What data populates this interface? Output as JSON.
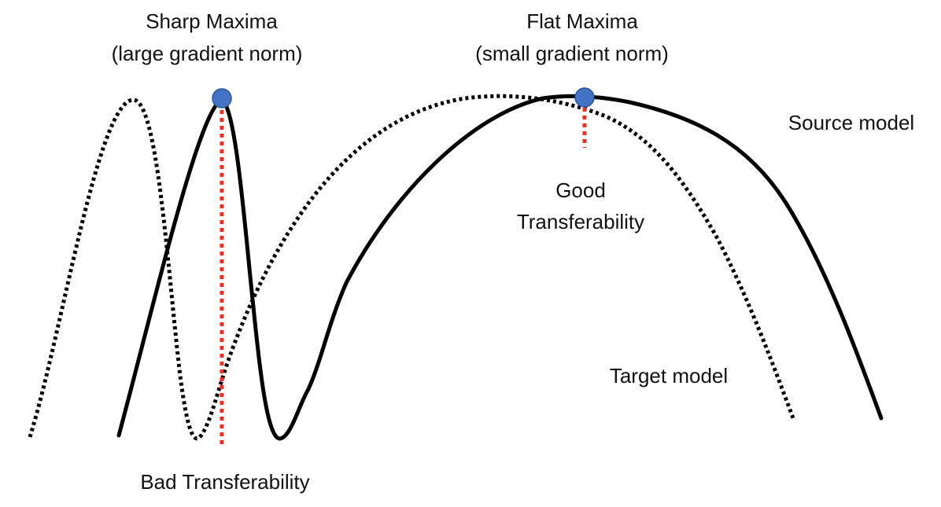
{
  "labels": {
    "sharp_title": "Sharp Maxima",
    "sharp_sub": "(large gradient norm)",
    "flat_title": "Flat Maxima",
    "flat_sub": "(small gradient norm)",
    "source_model": "Source model",
    "target_model": "Target model",
    "good_line1": "Good",
    "good_line2": "Transferability",
    "bad": "Bad Transferability"
  },
  "colors": {
    "curve": "#000000",
    "marker": "#4472c4",
    "marker_stroke": "#2f5597",
    "indicator": "#e8312a"
  }
}
